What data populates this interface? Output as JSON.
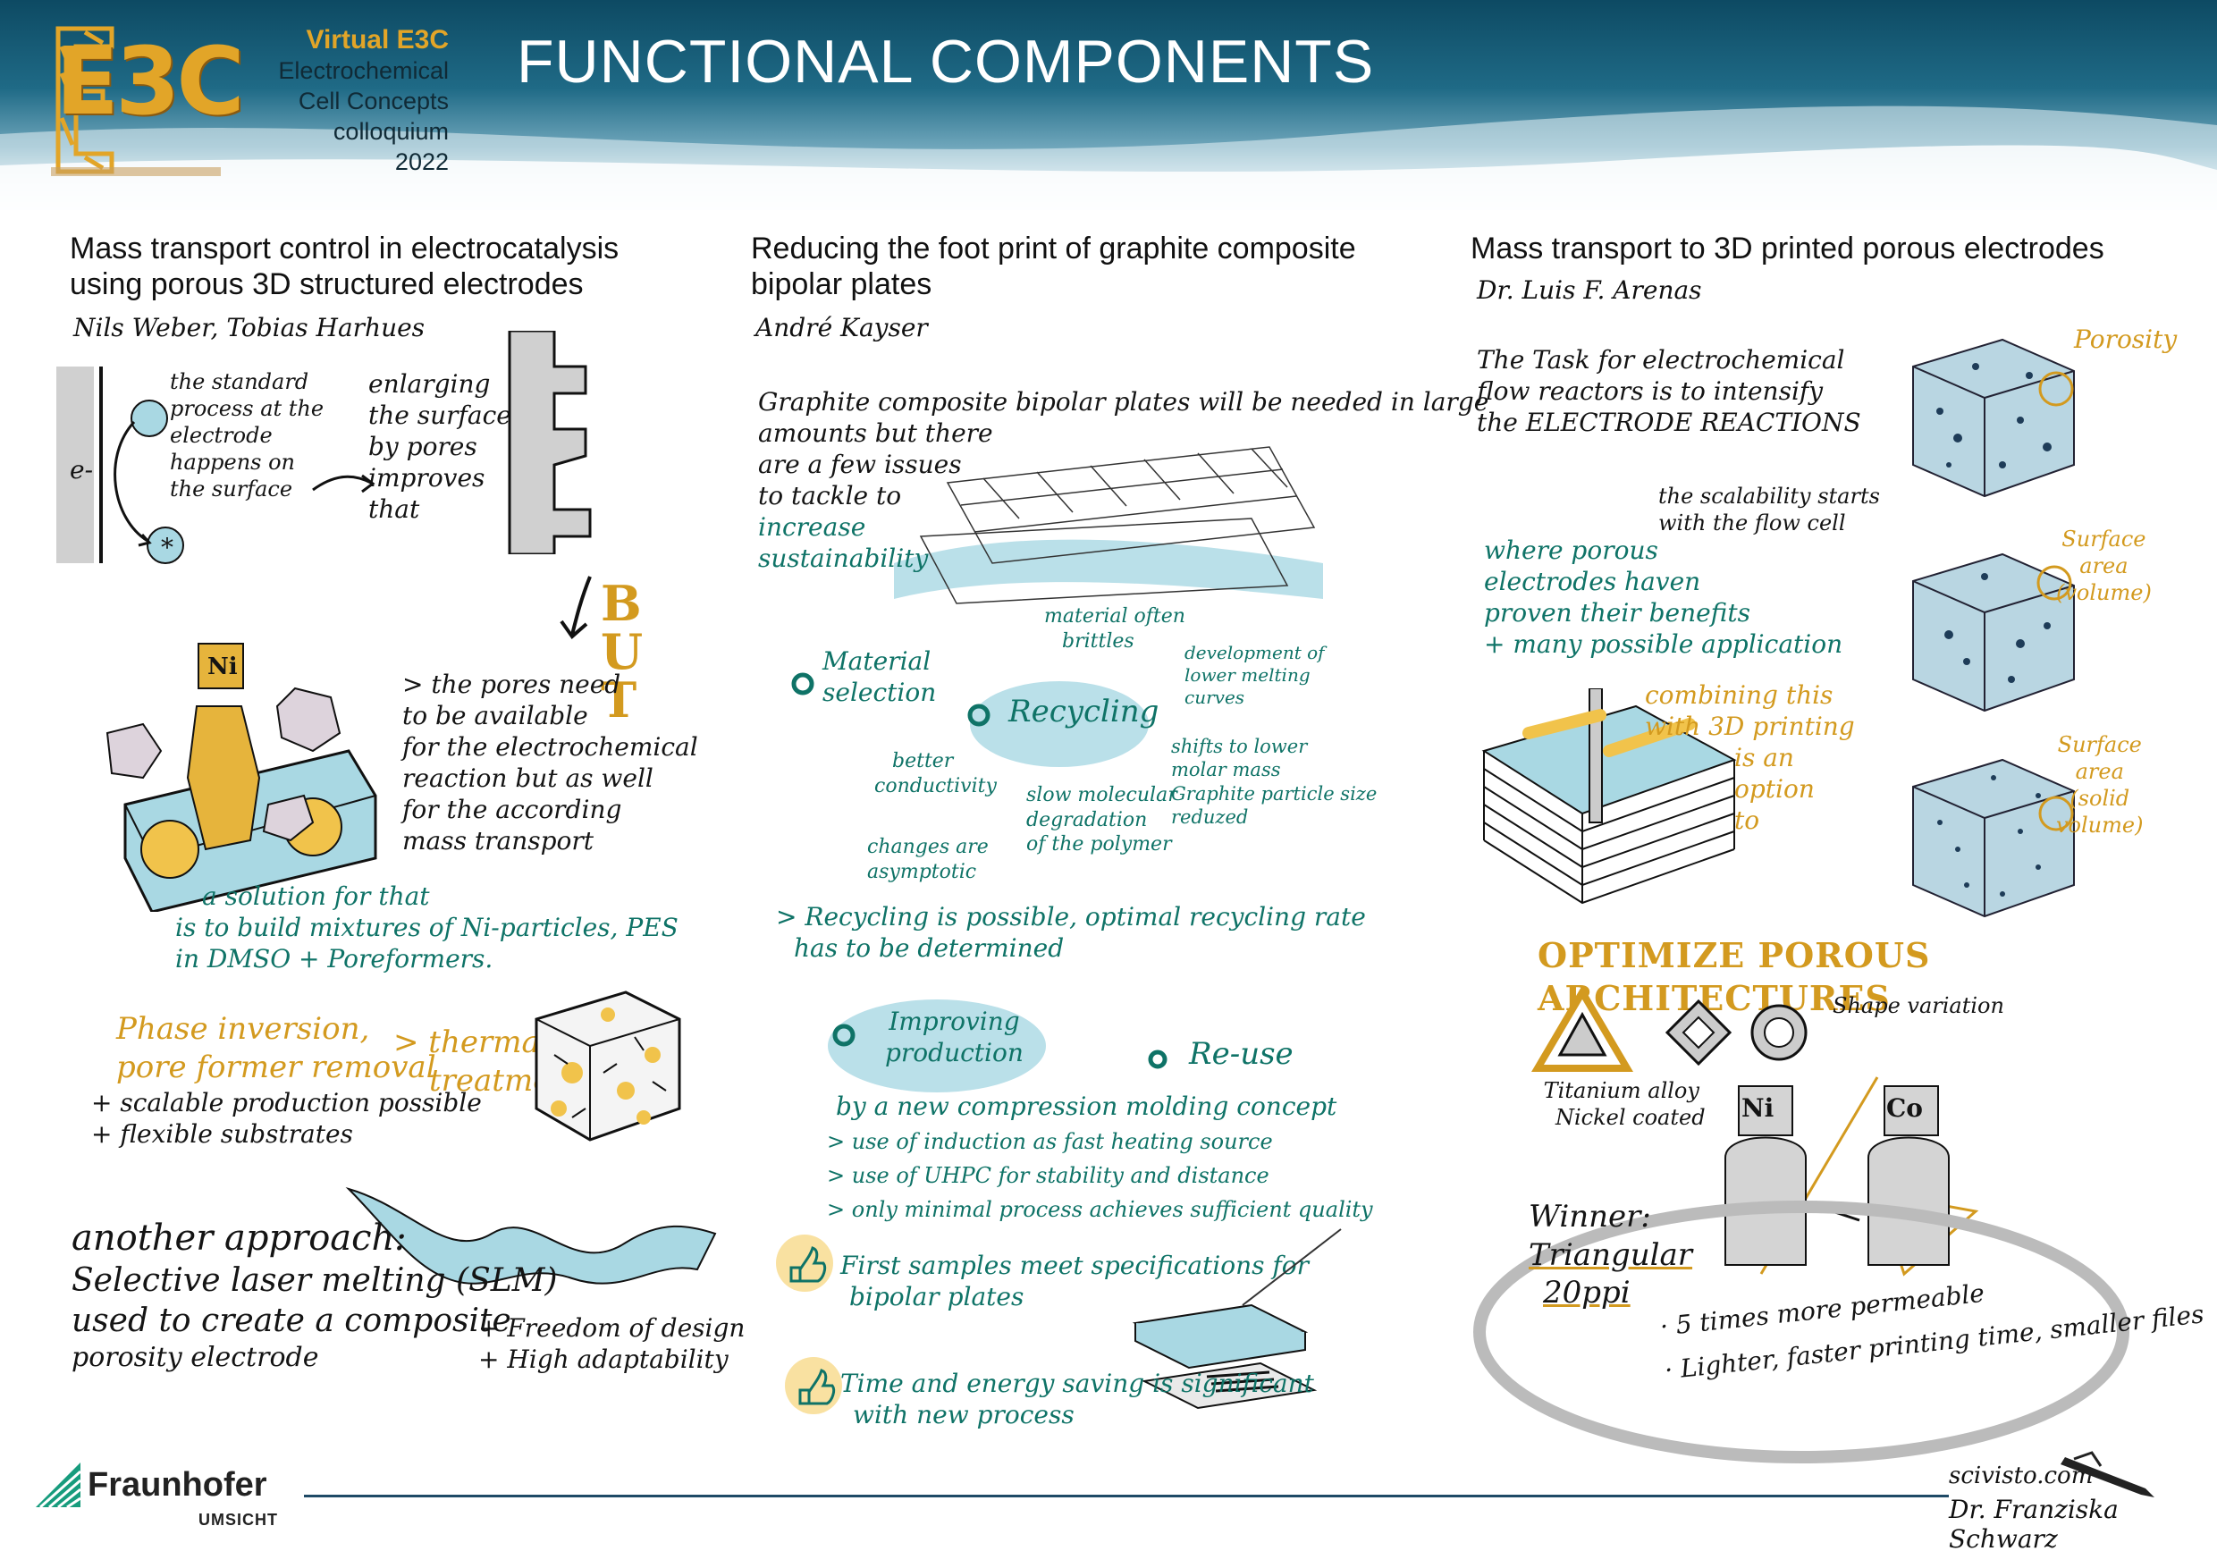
{
  "header": {
    "logo_text": "E3C",
    "conference_title": "Virtual E3C",
    "conference_lines": [
      "Electrochemical",
      "Cell Concepts",
      "colloquium",
      "2022"
    ],
    "main_title": "FUNCTIONAL COMPONENTS"
  },
  "col1": {
    "title_lines": [
      "Mass transport control in electrocatalysis",
      "using porous 3D structured electrodes"
    ],
    "authors": "Nils Weber, Tobias Harhues",
    "e_label": "e-",
    "star_label": "*",
    "standard_lines": [
      "the standard",
      "process at the",
      "electrode",
      "happens on",
      "the surface"
    ],
    "enlarging_lines": [
      "enlarging",
      "the surface",
      "by pores",
      "improves",
      "that"
    ],
    "but_letters": [
      "B",
      "U",
      "T"
    ],
    "pores_lines": [
      "> the pores need",
      "to be available",
      "for the electrochemical",
      "reaction but as well",
      "for the according",
      "mass transport"
    ],
    "ni_label": "Ni",
    "solution_lines": [
      "a solution for that",
      "is to build mixtures of Ni-particles, PES",
      "in DMSO + Poreformers."
    ],
    "phase_lines": [
      "Phase inversion,",
      "pore former removal"
    ],
    "thermal_lines": [
      "> thermal",
      "treatment"
    ],
    "plus_lines": [
      "+ scalable production possible",
      "+ flexible substrates"
    ],
    "another_lines": [
      "another approach:",
      "Selective laser melting (SLM)",
      "used to create a composite",
      "porosity electrode"
    ],
    "freedom_lines": [
      "+ Freedom of design",
      "+ High adaptability"
    ]
  },
  "col2": {
    "title_lines": [
      "Reducing the foot print of graphite composite",
      "bipolar plates"
    ],
    "authors": "André Kayser",
    "intro_lines": [
      "Graphite composite bipolar plates will be needed in large",
      "amounts but there",
      "are a few issues",
      "to tackle to"
    ],
    "intro_teal_lines": [
      "increase",
      "sustainability"
    ],
    "material_lines": [
      "Material",
      "selection"
    ],
    "recycling": "Recycling",
    "brittles_lines": [
      "material often",
      "brittles"
    ],
    "melting_lines": [
      "development of",
      "lower melting",
      "curves"
    ],
    "conductivity_lines": [
      "better",
      "conductivity"
    ],
    "slow_lines": [
      "slow molecular",
      "degradation",
      "of the polymer"
    ],
    "shifts_lines": [
      "shifts to lower",
      "molar mass",
      "Graphite particle size",
      "reduzed"
    ],
    "asymptotic_lines": [
      "changes are",
      "asymptotic"
    ],
    "recycling_possible_lines": [
      "> Recycling is possible, optimal recycling rate",
      "has to be determined"
    ],
    "improving_lines": [
      "Improving",
      "production"
    ],
    "reuse": "Re-use",
    "compression": "by a new compression molding concept",
    "bullets": [
      "> use of induction as fast heating source",
      "> use of UHPC for stability and distance",
      "> only minimal process achieves sufficient quality"
    ],
    "first_samples_lines": [
      "First samples meet specifications for",
      "bipolar plates"
    ],
    "time_energy_lines": [
      "Time and energy saving is significant",
      "with new process"
    ]
  },
  "col3": {
    "title": "Mass transport to 3D printed porous electrodes",
    "authors": "Dr. Luis F. Arenas",
    "task_lines": [
      "The Task for electrochemical",
      "flow reactors is to intensify",
      "the ELECTRODE REACTIONS"
    ],
    "scalability_lines": [
      "the scalability starts",
      "with the flow cell"
    ],
    "porous_lines": [
      "where porous",
      "electrodes haven",
      "proven their benefits",
      "+ many possible application"
    ],
    "combining_lines": [
      "combining this",
      "with 3D printing",
      "is an",
      "option",
      "to"
    ],
    "porosity": "Porosity",
    "surface1_lines": [
      "Surface",
      "area",
      "(volume)"
    ],
    "surface2_lines": [
      "Surface",
      "area",
      "(solid",
      "volume)"
    ],
    "optimize": "OPTIMIZE POROUS ARCHITECTURES",
    "shape_variation": "Shape variation",
    "alloy_lines": [
      "Titanium alloy",
      "Nickel coated"
    ],
    "ni_label": "Ni",
    "co_label": "Co",
    "winner_lines": [
      "Winner:",
      "Triangular",
      "20ppi"
    ],
    "winner_bullets": [
      "· 5 times more permeable",
      "· Lighter, faster printing time, smaller files"
    ]
  },
  "footer": {
    "org_name": "Fraunhofer",
    "org_sub": "UMSICHT",
    "credit_site": "scivisto.com",
    "credit_name": "Dr. Franziska Schwarz"
  },
  "colors": {
    "teal": "#0f7367",
    "gold": "#d39a1f",
    "light_blue": "#a9d8e3",
    "header_blue": "#1f6a86"
  }
}
